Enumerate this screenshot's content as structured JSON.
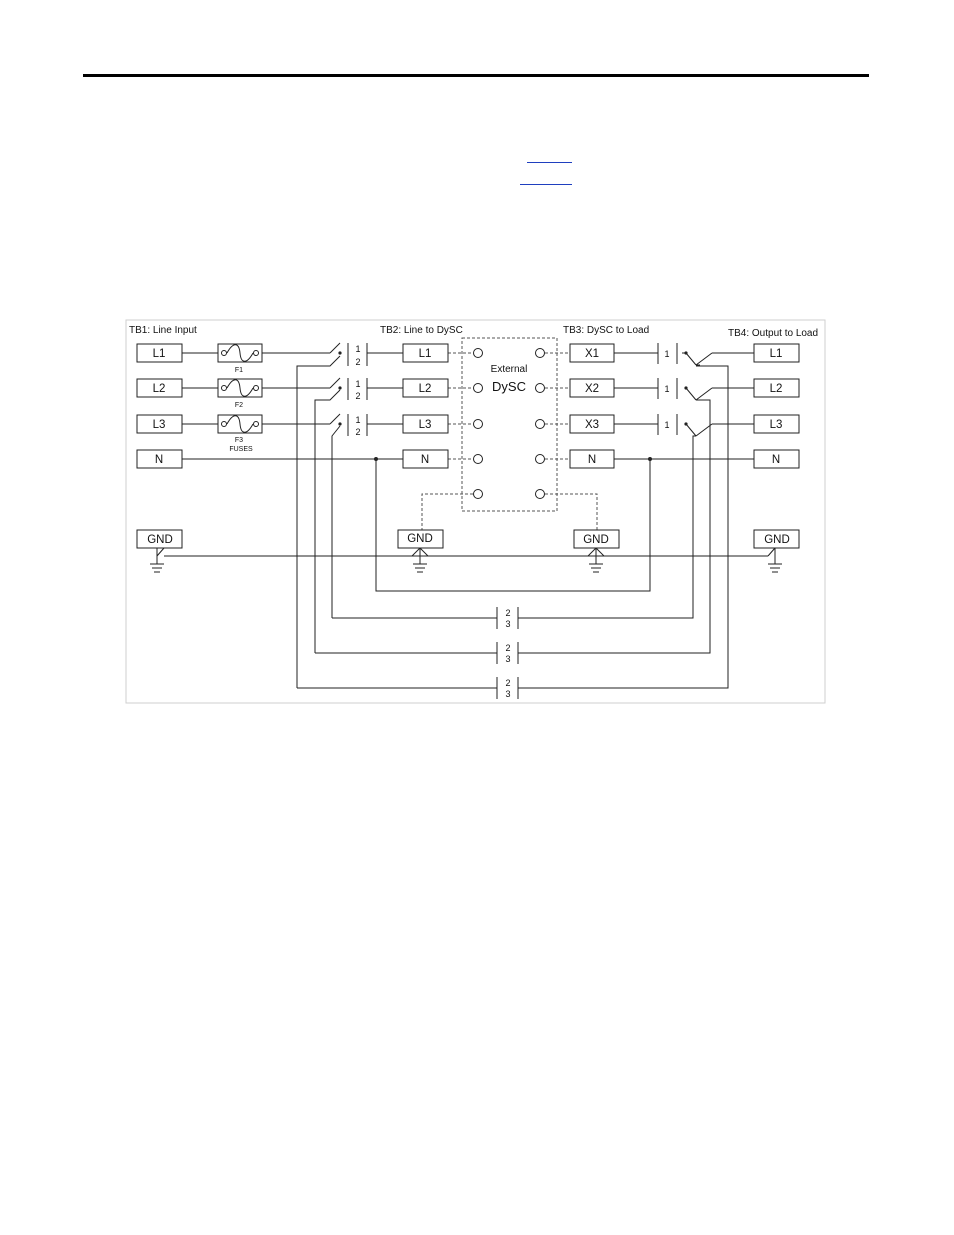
{
  "header": {
    "rule_color": "#000000",
    "link_color": "#1f3fbf"
  },
  "diagram": {
    "sections": {
      "tb1": "TB1: Line Input",
      "tb2": "TB2: Line to DySC",
      "tb3": "TB3: DySC to Load",
      "tb4": "TB4: Output to Load"
    },
    "device": {
      "line1": "External",
      "line2": "DySC"
    },
    "tb1_terminals": [
      "L1",
      "L2",
      "L3",
      "N",
      "GND"
    ],
    "tb2_terminals": [
      "L1",
      "L2",
      "L3",
      "N",
      "GND"
    ],
    "tb3_terminals": [
      "X1",
      "X2",
      "X3",
      "N",
      "GND"
    ],
    "tb4_terminals": [
      "L1",
      "L2",
      "L3",
      "N",
      "GND"
    ],
    "fuses": [
      "F1",
      "F2",
      "F3"
    ],
    "fuses_label": "FUSES",
    "switch_in_labels": [
      "1",
      "2"
    ],
    "switch_out_label": "1",
    "bypass_labels": [
      "2",
      "3"
    ]
  }
}
